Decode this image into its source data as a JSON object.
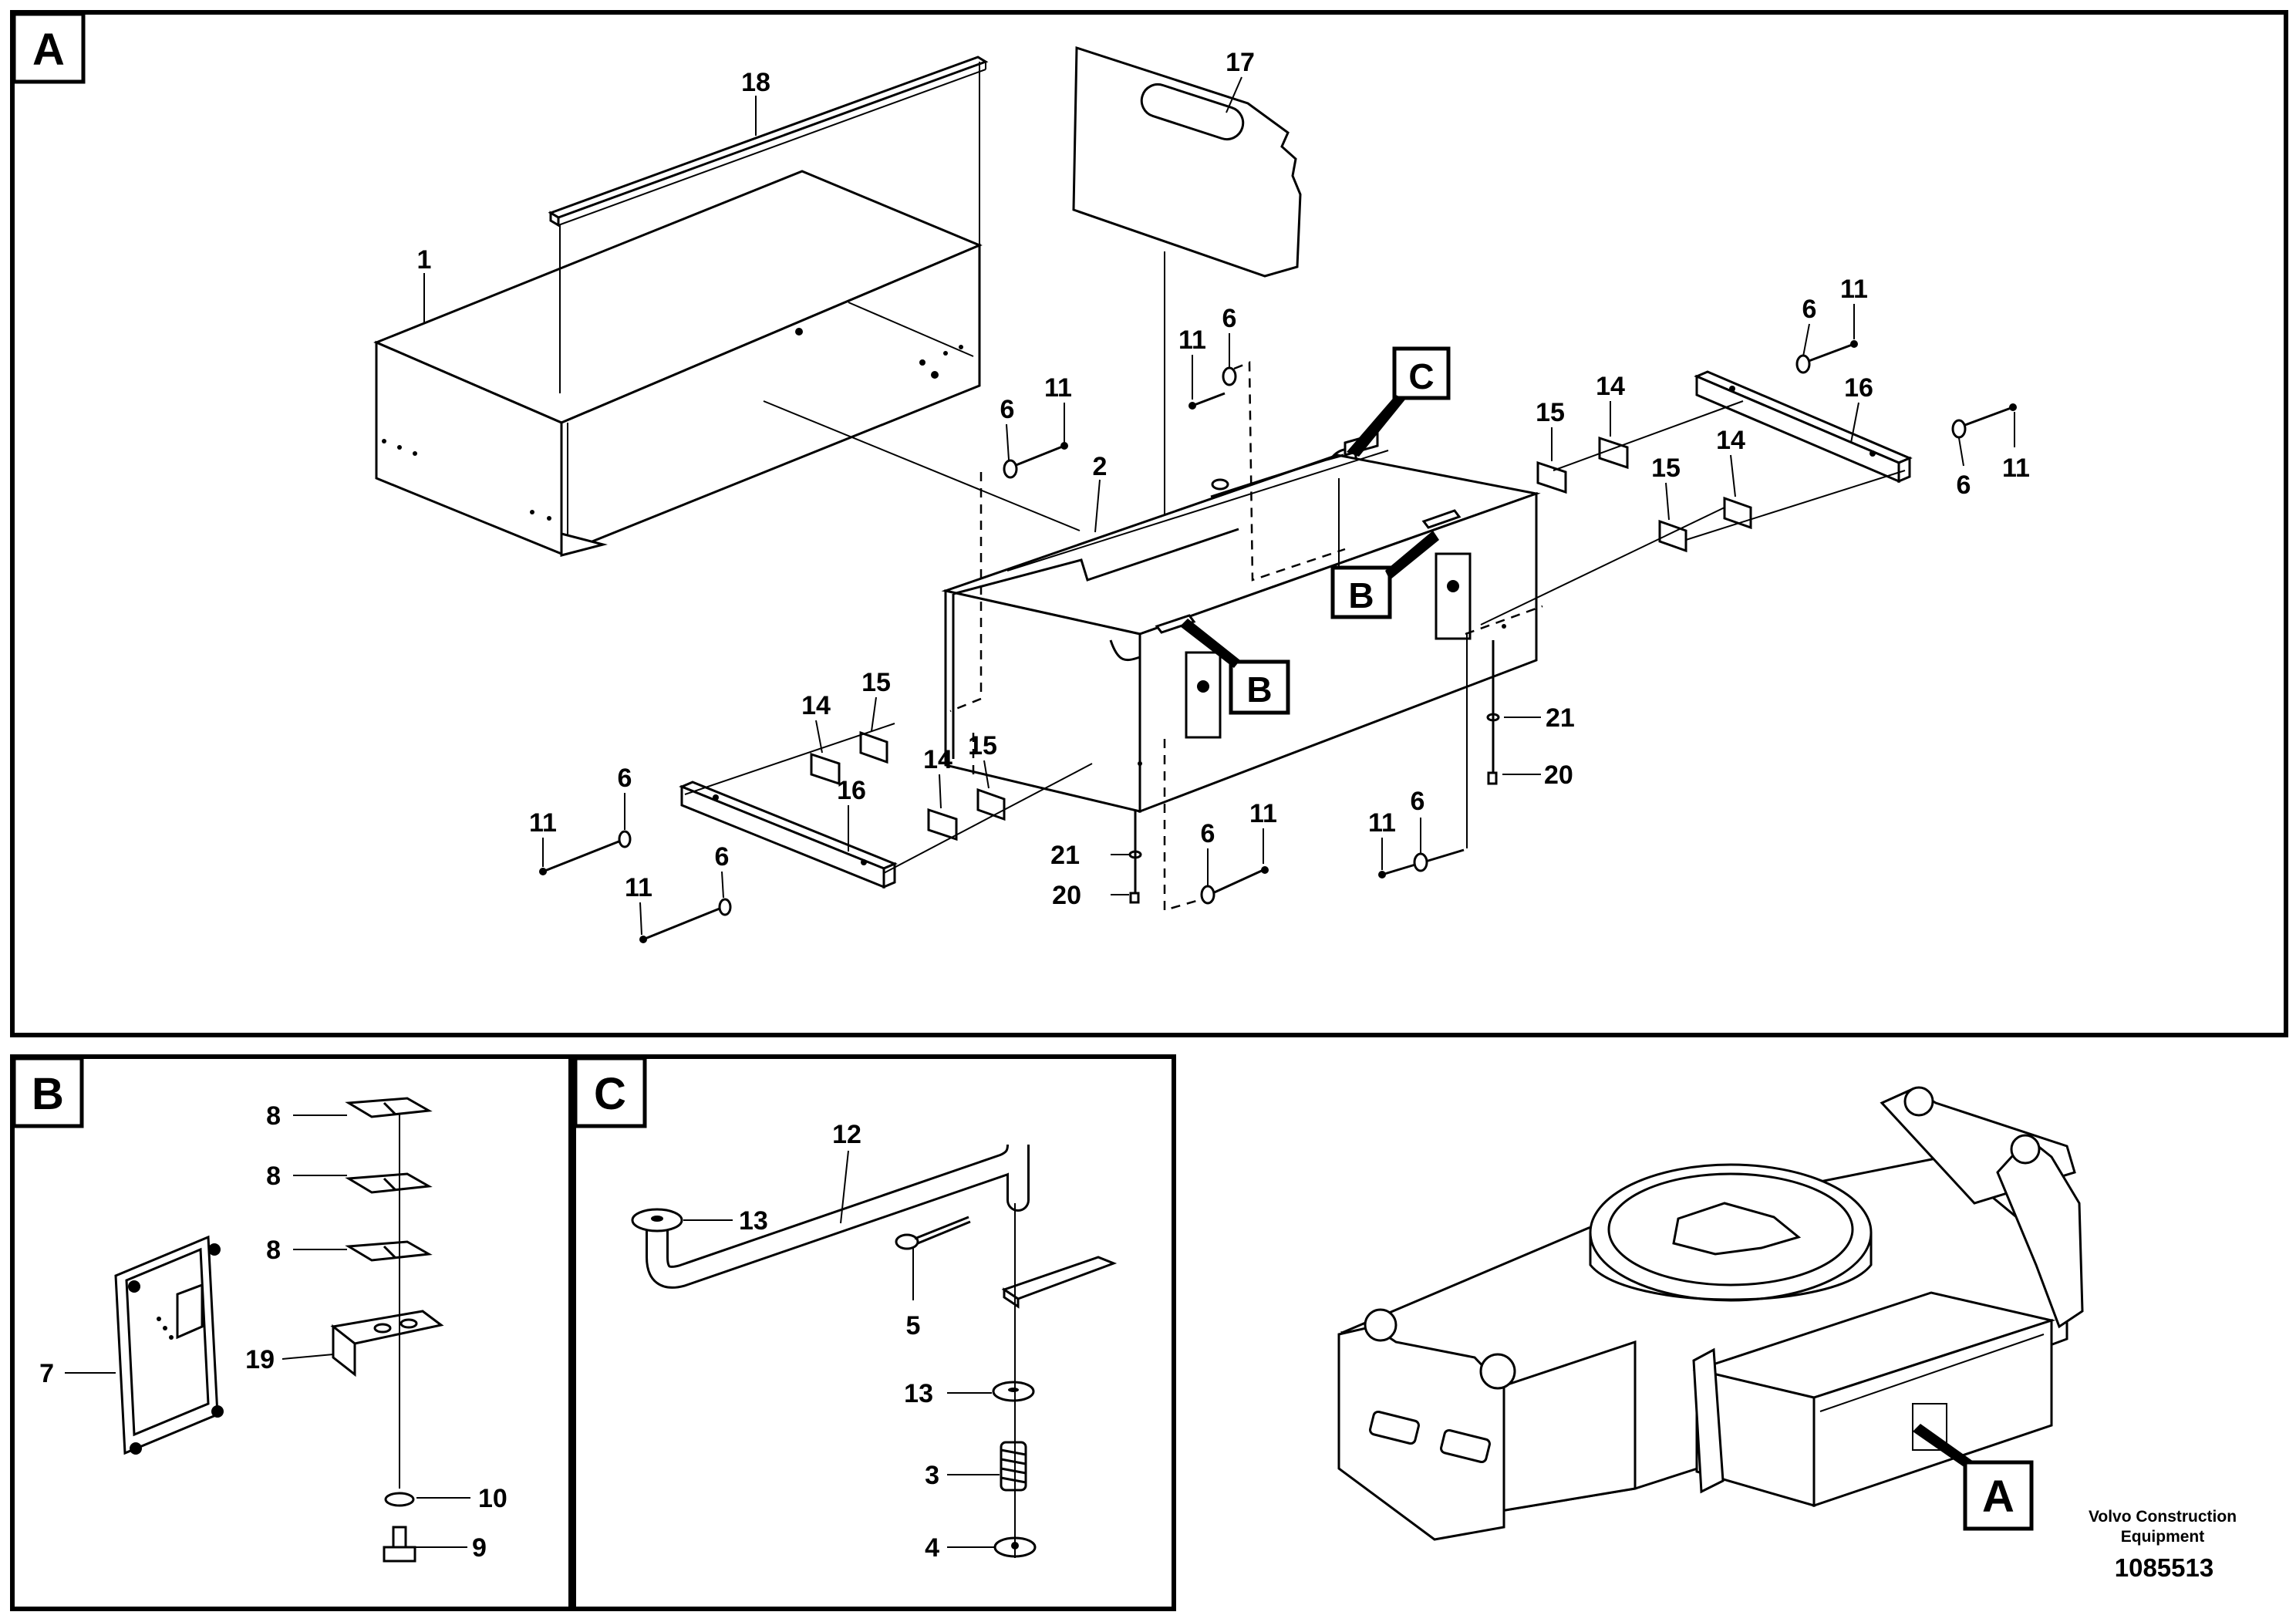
{
  "panels": {
    "a": {
      "letter": "A"
    },
    "b": {
      "letter": "B"
    },
    "c": {
      "letter": "C"
    },
    "overview": {
      "pointer_letter": "A"
    }
  },
  "detail_markers": {
    "c_marker": "C",
    "b_marker_right": "B",
    "b_marker_left": "B"
  },
  "callouts_a": {
    "p18": "18",
    "p17": "17",
    "p1": "1",
    "p2": "2",
    "p11_top_mid": "11",
    "p6_top_mid": "6",
    "p6_left_top": "6",
    "p11_left_top": "11",
    "p6_right_top": "6",
    "p11_right_top": "11",
    "p15_right_a": "15",
    "p14_right_a": "14",
    "p16_right": "16",
    "p14_right_b": "14",
    "p15_right_b": "15",
    "p6_right_end": "6",
    "p11_right_end": "11",
    "p21_right": "21",
    "p20_right": "20",
    "p14_left_a": "14",
    "p15_left_a": "15",
    "p14_left_b": "14",
    "p15_left_b": "15",
    "p11_left_end": "11",
    "p6_left_end": "6",
    "p16_left": "16",
    "p6_left_low": "6",
    "p11_left_low": "11",
    "p21_mid": "21",
    "p20_mid": "20",
    "p6_mid_low": "6",
    "p11_mid_low": "11",
    "p11_right_low": "11",
    "p6_right_low": "6"
  },
  "callouts_b": {
    "p8_a": "8",
    "p8_b": "8",
    "p8_c": "8",
    "p7": "7",
    "p19": "19",
    "p10": "10",
    "p9": "9"
  },
  "callouts_c": {
    "p12": "12",
    "p13_top": "13",
    "p5": "5",
    "p13_low": "13",
    "p3": "3",
    "p4": "4"
  },
  "credit": {
    "company_line1": "Volvo Construction",
    "company_line2": "Equipment",
    "drawing_number": "1085513"
  }
}
